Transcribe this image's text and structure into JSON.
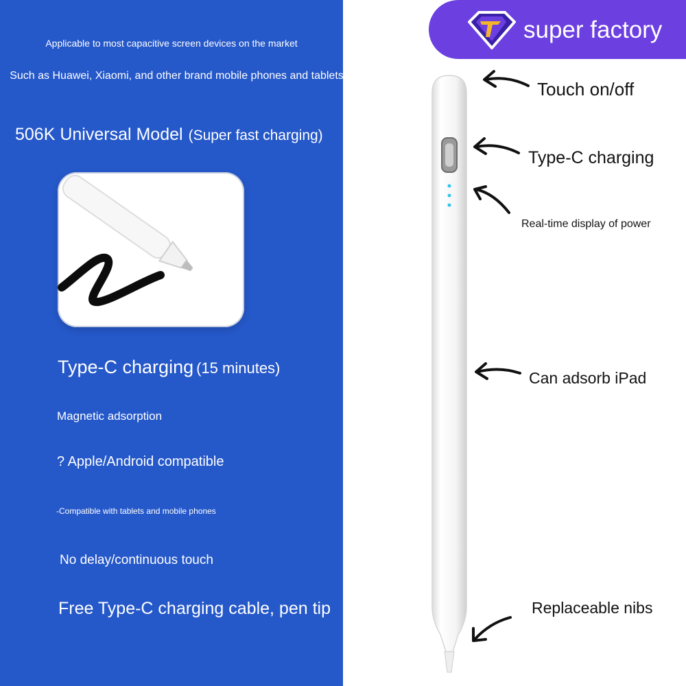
{
  "left_panel": {
    "applicable": "Applicable to most capacitive screen devices on the market",
    "such_as": "Such as Huawei, Xiaomi, and other brand mobile phones and tablets",
    "model": "506K Universal Model",
    "model_sub": "(Super fast charging)",
    "typec": "Type-C charging",
    "typec_sub": "(15 minutes)",
    "magnetic": "Magnetic adsorption",
    "apple": "? Apple/Android compatible",
    "compat": "-Compatible with tablets and mobile phones",
    "nodelay": "No delay/continuous touch",
    "free": "Free Type-C charging cable, pen tip"
  },
  "brand": {
    "name": "super factory"
  },
  "callouts": {
    "touch": "Touch on/off",
    "typec": "Type-C charging",
    "power": "Real-time display of power",
    "adsorb": "Can adsorb iPad",
    "nibs": "Replaceable nibs"
  },
  "colors": {
    "left_bg": "#2558c9",
    "banner": "#6c3fe0",
    "logo_gold": "#f5b52a",
    "led": "#2ec6f0"
  }
}
